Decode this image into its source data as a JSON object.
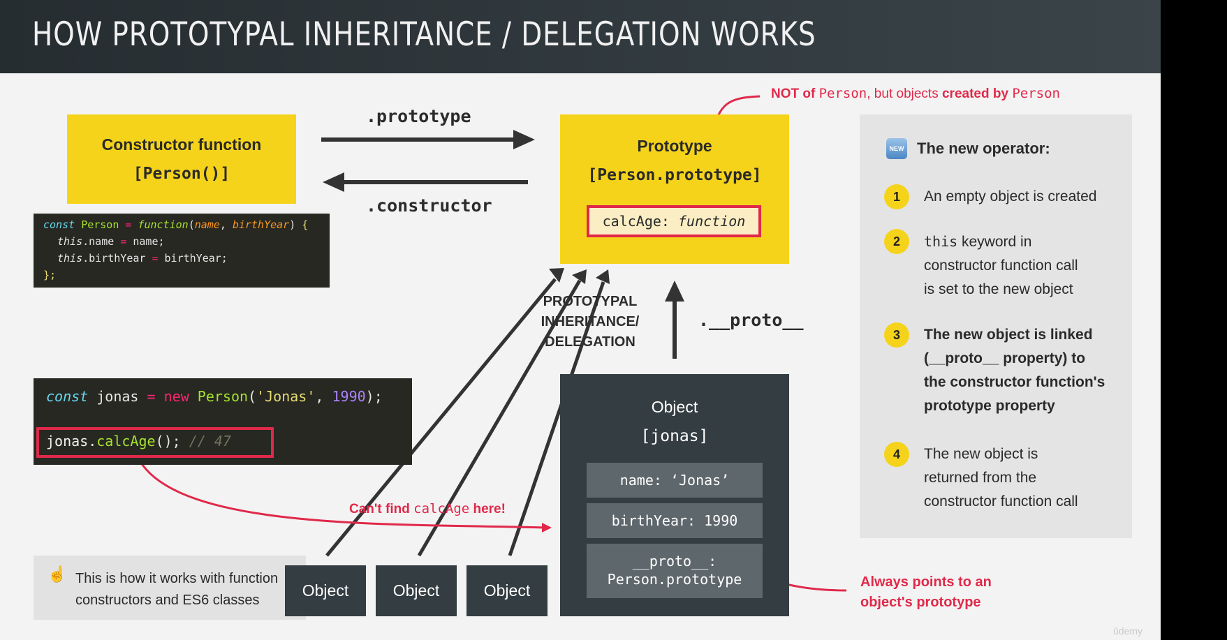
{
  "header": {
    "title": "HOW PROTOTYPAL INHERITANCE / DELEGATION WORKS"
  },
  "constructor_box": {
    "title": "Constructor function",
    "name": "[Person()]"
  },
  "prototype_box": {
    "title": "Prototype",
    "name": "[Person.prototype]",
    "method_key": "calcAge:",
    "method_value": "function"
  },
  "labels": {
    "prototype_arrow": ".prototype",
    "constructor_arrow": ".constructor",
    "proto_arrow": ".__proto__",
    "inheritance": [
      "PROTOTYPAL",
      "INHERITANCE/",
      "DELEGATION"
    ]
  },
  "annotations": {
    "not_of_person": {
      "prefix": "NOT of ",
      "code1": "Person",
      "middle": ", but objects ",
      "bold": "created by",
      "code2": "Person"
    },
    "cant_find": {
      "prefix": "Can't find ",
      "code": "calcAge",
      "suffix": " here!"
    },
    "always_points": [
      "Always points to an",
      "object's prototype"
    ]
  },
  "code_constructor": {
    "line1": {
      "kw": "const",
      "name": "Person",
      "eq": "=",
      "fn": "function",
      "open": "(",
      "p1": "name",
      "comma": ",",
      "p2": "birthYear",
      "close": ")",
      "brace": "{"
    },
    "line2": {
      "kw": "this",
      "prop": ".name",
      "eq": "=",
      "val": "name;"
    },
    "line3": {
      "kw": "this",
      "prop": ".birthYear",
      "eq": "=",
      "val": "birthYear;"
    },
    "line4": {
      "brace": "};"
    }
  },
  "code_instance": {
    "line1": {
      "kw": "const",
      "var": "jonas",
      "eq": "=",
      "new": "new",
      "cls": "Person",
      "open": "(",
      "str": "'Jonas'",
      "comma": ",",
      "num": "1990",
      "close": ");"
    },
    "line2": {
      "obj": "jonas",
      "dot": ".",
      "method": "calcAge",
      "call": "();",
      "comment": "// 47"
    }
  },
  "object_box": {
    "title": "Object",
    "name": "[jonas]",
    "fields": [
      "name: ‘Jonas’",
      "birthYear: 1990"
    ],
    "proto_field": [
      "__proto__:",
      "Person.prototype"
    ]
  },
  "small_objects": [
    "Object",
    "Object",
    "Object"
  ],
  "note": {
    "emoji": "☝️",
    "lines": [
      "This is how it works with function",
      "constructors and ES6 classes"
    ]
  },
  "new_operator": {
    "badge": "NEW",
    "title": "The new operator:",
    "steps": [
      {
        "num": "1",
        "lines": [
          "An empty object is created"
        ]
      },
      {
        "num": "2",
        "code": "this",
        "lines": [
          " keyword in",
          "constructor function call",
          "is set to the new object"
        ]
      },
      {
        "num": "3",
        "lines": [
          "The new object is linked",
          "(__proto__ property) to",
          "the constructor function's",
          "prototype property"
        ]
      },
      {
        "num": "4",
        "lines": [
          "The new object is",
          "returned from the",
          "constructor function call"
        ]
      }
    ]
  },
  "watermark": "ūdemy",
  "colors": {
    "yellow": "#f5d31b",
    "dark": "#343d41",
    "red": "#e0294a",
    "code_bg": "#272822"
  }
}
